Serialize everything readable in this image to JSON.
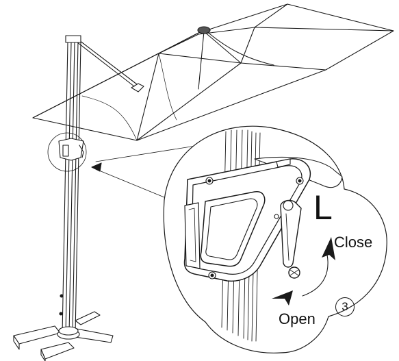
{
  "labels": {
    "lock_letter": "L",
    "close": "Close",
    "open": "Open",
    "step": "3"
  },
  "icons": {
    "close_arrow": "arrow-up-icon",
    "open_arrow": "arrow-left-icon",
    "callout_arrow": "arrow-left-icon"
  },
  "colors": {
    "line": "#1a1a1a",
    "background": "#ffffff",
    "fill": "#ffffff",
    "shade": "#d8d8d8"
  }
}
